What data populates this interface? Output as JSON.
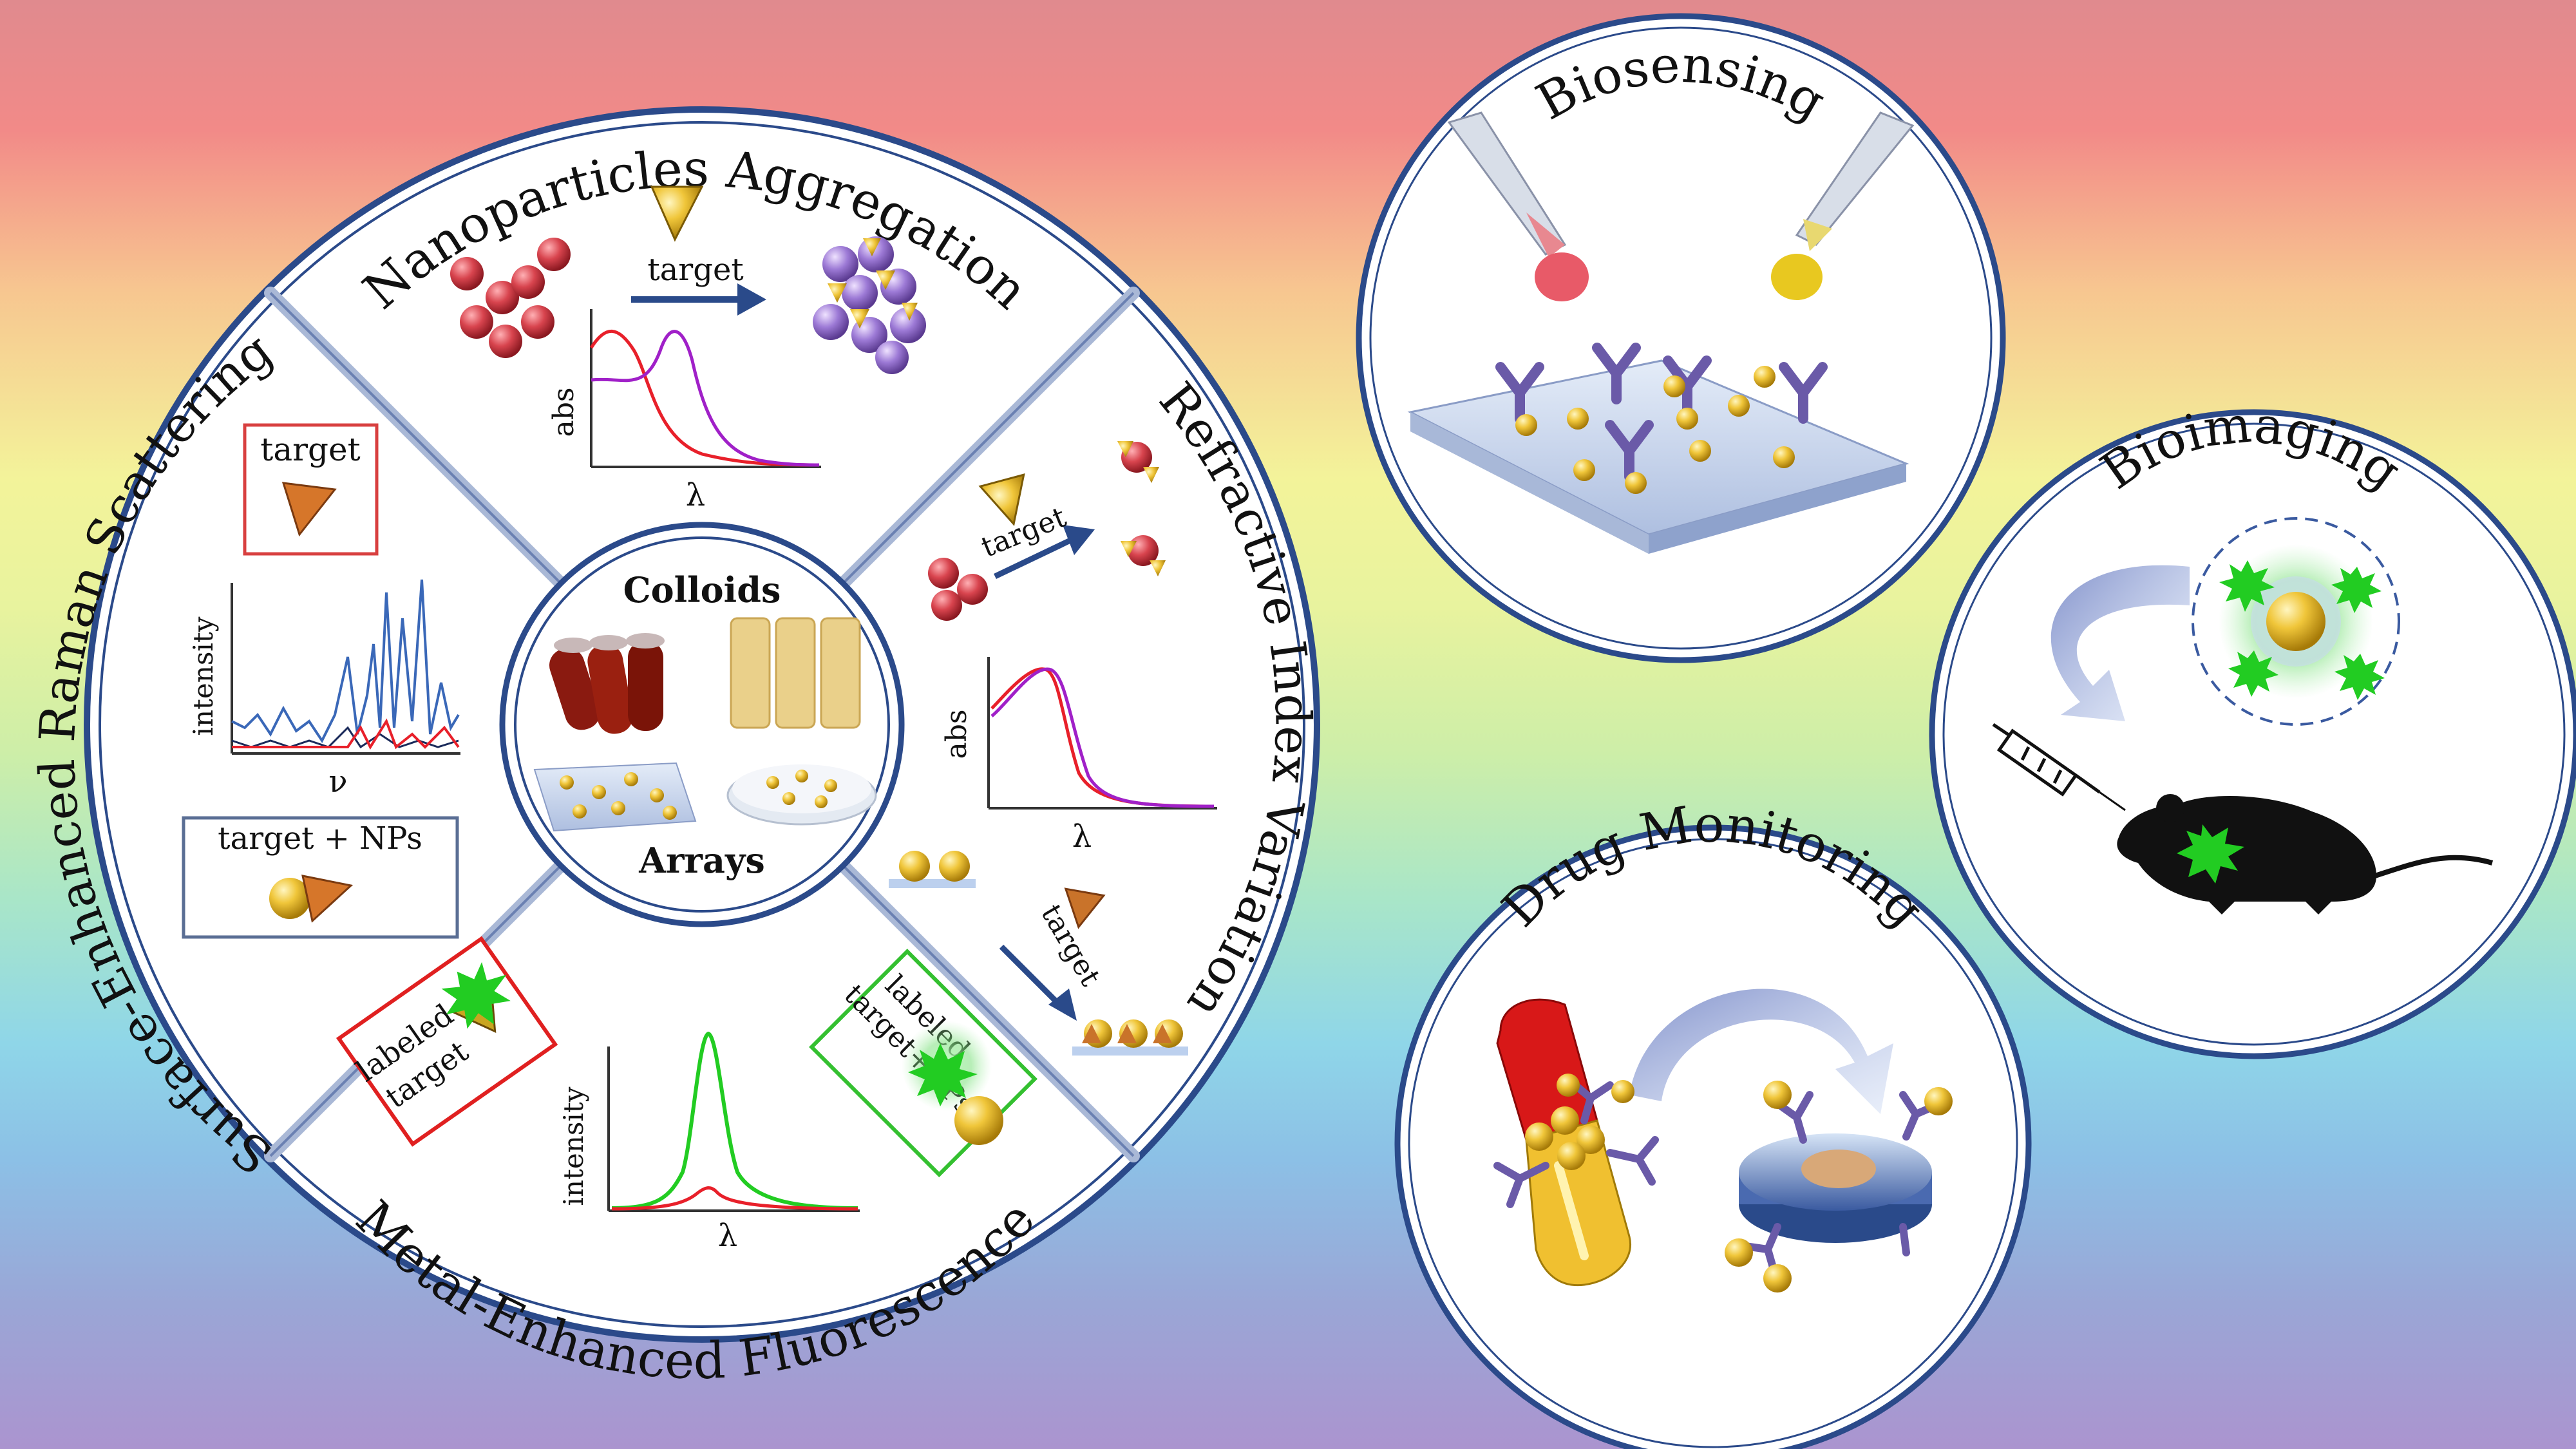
{
  "wheel": {
    "sections": {
      "top": "Nanoparticles Aggregation",
      "right": "Refractive Index Variation",
      "bottom": "Metal-Enhanced Fluorescence",
      "left": "Surface-Enhanced Raman Scattering"
    },
    "center": {
      "top_label": "Colloids",
      "bottom_label": "Arrays"
    },
    "labels": {
      "target": "target",
      "abs": "abs",
      "lambda": "λ",
      "intensity": "intensity",
      "nu": "ν",
      "target_nps": "target + NPs",
      "labeled": "labeled",
      "labeled_target_nps": "target+NPs"
    }
  },
  "applications": [
    {
      "id": "biosensing",
      "title": "Biosensing"
    },
    {
      "id": "bioimaging",
      "title": "Bioimaging"
    },
    {
      "id": "drug",
      "title": "Drug Monitoring"
    }
  ],
  "colors": {
    "ring": "#2b4a8a",
    "red_series": "#e8202a",
    "purple_series": "#a020c8",
    "green_series": "#22cc22",
    "gold": "#e7b82a",
    "np_red": "#d2404a",
    "np_purple": "#9a78d0"
  }
}
